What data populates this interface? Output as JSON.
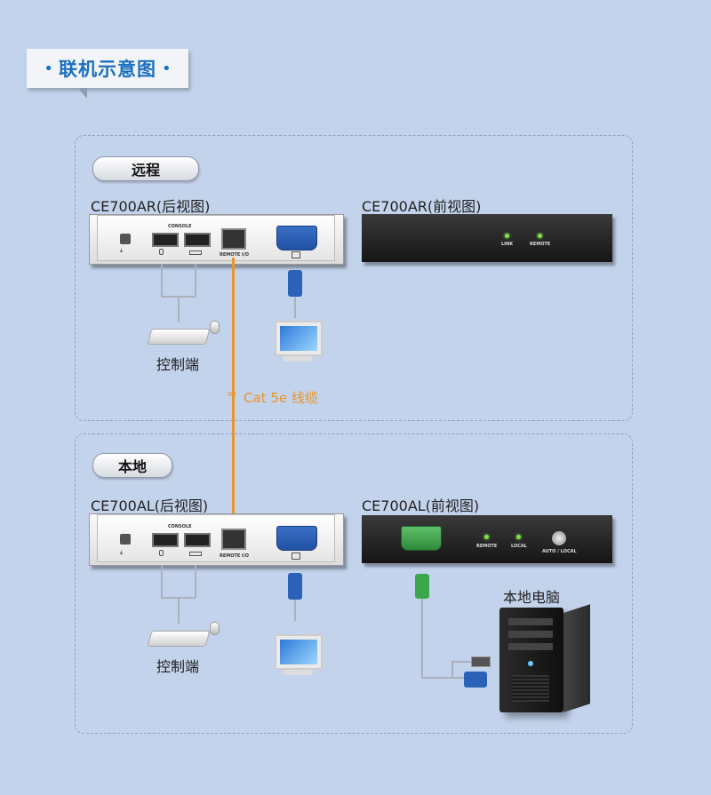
{
  "header": {
    "title": "联机示意图",
    "dot": "•"
  },
  "remote": {
    "section_label": "远程",
    "back_title": "CE700AR(后视图)",
    "front_title": "CE700AR(前视图)",
    "back_labels": {
      "console": "CONSOLE",
      "remote_io": "REMOTE I/O"
    },
    "front_labels": {
      "link": "LINK",
      "remote": "REMOTE"
    },
    "console_label": "控制端"
  },
  "cable": {
    "label": "Cat 5e 线缆",
    "mark": "≈"
  },
  "local": {
    "section_label": "本地",
    "back_title": "CE700AL(后视图)",
    "front_title": "CE700AL(前视图)",
    "back_labels": {
      "console": "CONSOLE",
      "remote_io": "REMOTE I/O"
    },
    "front_labels": {
      "remote": "REMOTE",
      "local": "LOCAL",
      "auto_local": "AUTO / LOCAL"
    },
    "console_label": "控制端",
    "pc_label": "本地电脑"
  },
  "colors": {
    "accent": "#1a6fc0",
    "cable": "#e8952b",
    "background": "#c3d3ec"
  }
}
